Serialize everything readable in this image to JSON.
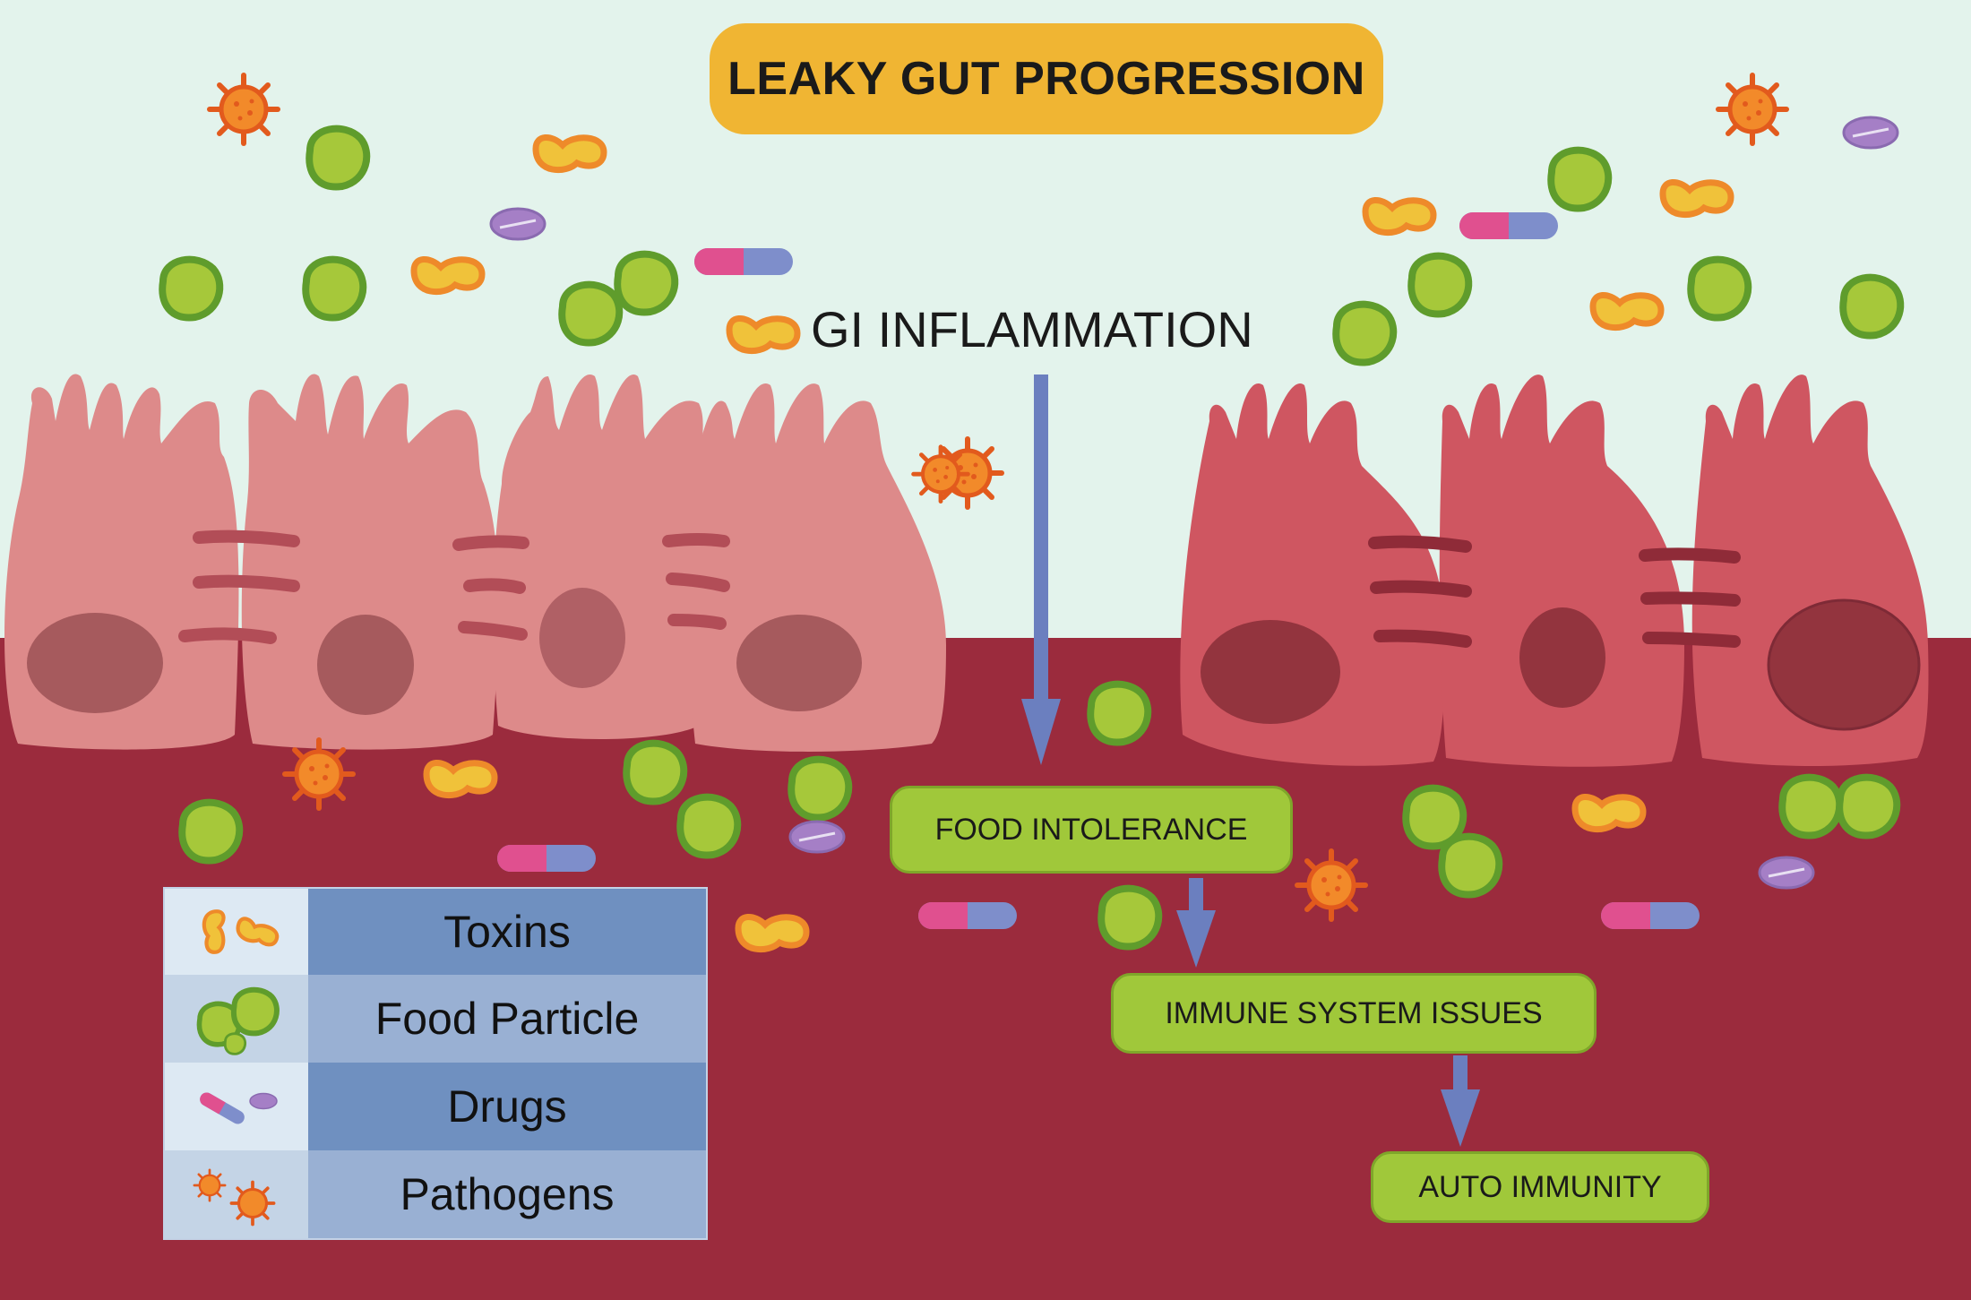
{
  "title": "LEAKY GUT PROGRESSION",
  "inflammation_label": "GI INFLAMMATION",
  "flow": {
    "step1": "FOOD INTOLERANCE",
    "step2": "IMMUNE SYSTEM ISSUES",
    "step3": "AUTO  IMMUNITY"
  },
  "legend": [
    {
      "label": "Toxins",
      "icon": "toxin-icon"
    },
    {
      "label": "Food Particle",
      "icon": "food-particle-icon"
    },
    {
      "label": "Drugs",
      "icon": "drug-icon"
    },
    {
      "label": "Pathogens",
      "icon": "pathogen-icon"
    }
  ],
  "colors": {
    "sky": "#e3f3ec",
    "tissue": "#9b2b3d",
    "healthy_cell": "#dd8a8a",
    "inflamed_cell": "#cf5661",
    "title_bg": "#f0b533",
    "flow_box": "#a0c83a",
    "arrow": "#6b7fbf"
  }
}
